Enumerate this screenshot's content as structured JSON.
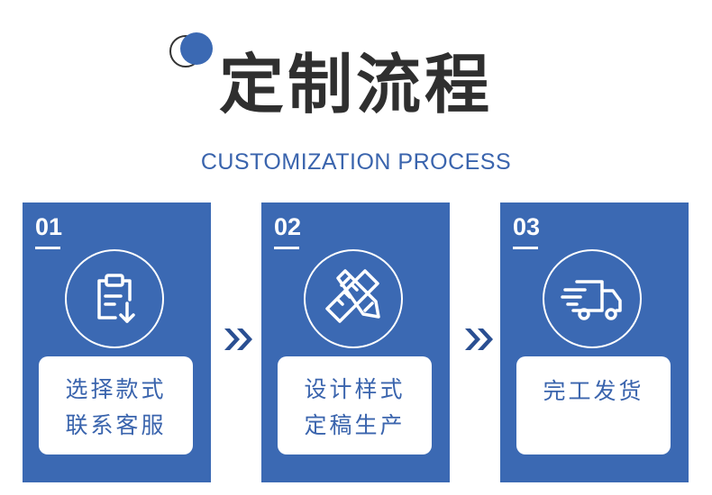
{
  "title": "定制流程",
  "subtitle": "CUSTOMIZATION PROCESS",
  "colors": {
    "accent": "#3b69b3",
    "title": "#2f2f2f",
    "card_bg": "#3b69b3",
    "text_on_card": "#ffffff"
  },
  "steps": [
    {
      "number": "01",
      "icon": "clipboard-download-icon",
      "line1": "选择款式",
      "line2": "联系客服"
    },
    {
      "number": "02",
      "icon": "pencil-ruler-icon",
      "line1": "设计样式",
      "line2": "定稿生产"
    },
    {
      "number": "03",
      "icon": "delivery-truck-icon",
      "line1": "完工发货",
      "line2": ""
    }
  ]
}
